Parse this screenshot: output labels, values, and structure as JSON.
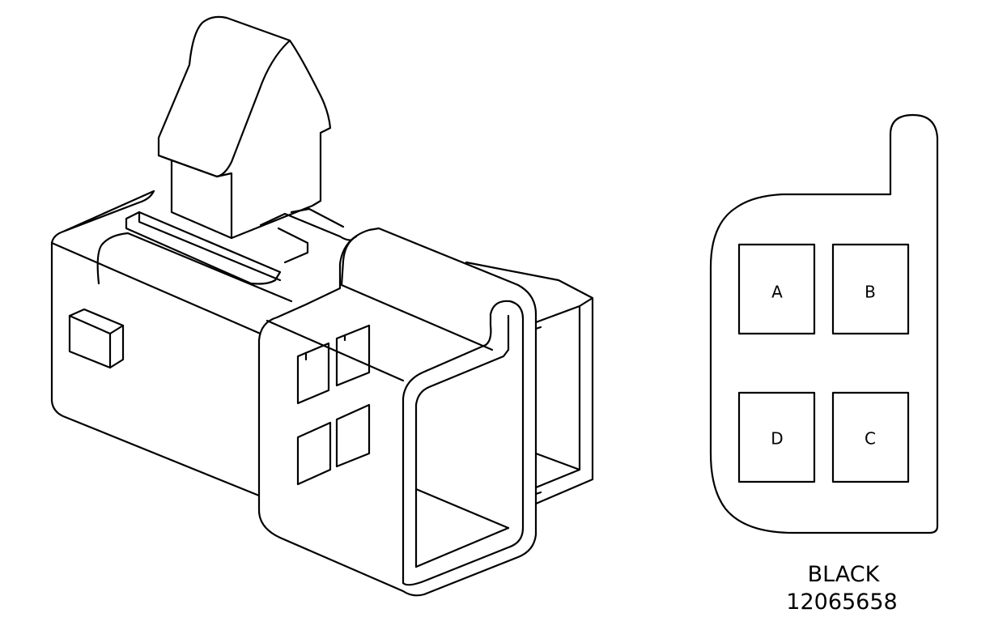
{
  "connector_face": {
    "cavities": [
      {
        "id": "a",
        "label": "A"
      },
      {
        "id": "b",
        "label": "B"
      },
      {
        "id": "d",
        "label": "D"
      },
      {
        "id": "c",
        "label": "C"
      }
    ],
    "color_label": "BLACK",
    "part_number": "12065658"
  }
}
